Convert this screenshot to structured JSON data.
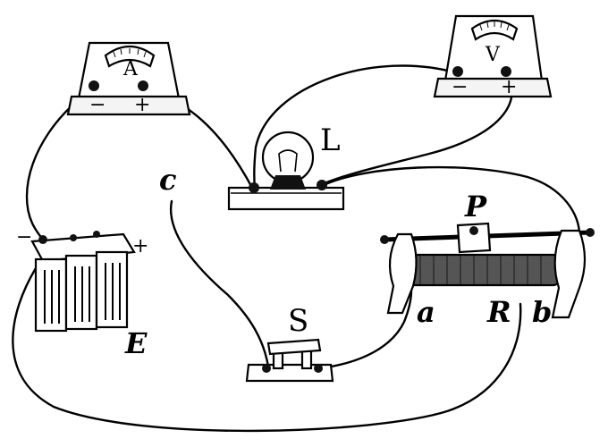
{
  "labels": {
    "ammeter": "A",
    "voltmeter": "V",
    "lamp": "L",
    "wire_end": "c",
    "slider": "P",
    "battery": "E",
    "switch": "S",
    "rheostat_end_a": "a",
    "rheostat_coil": "R",
    "rheostat_end_b": "b"
  },
  "polarity": {
    "minus": "−",
    "plus": "+"
  }
}
